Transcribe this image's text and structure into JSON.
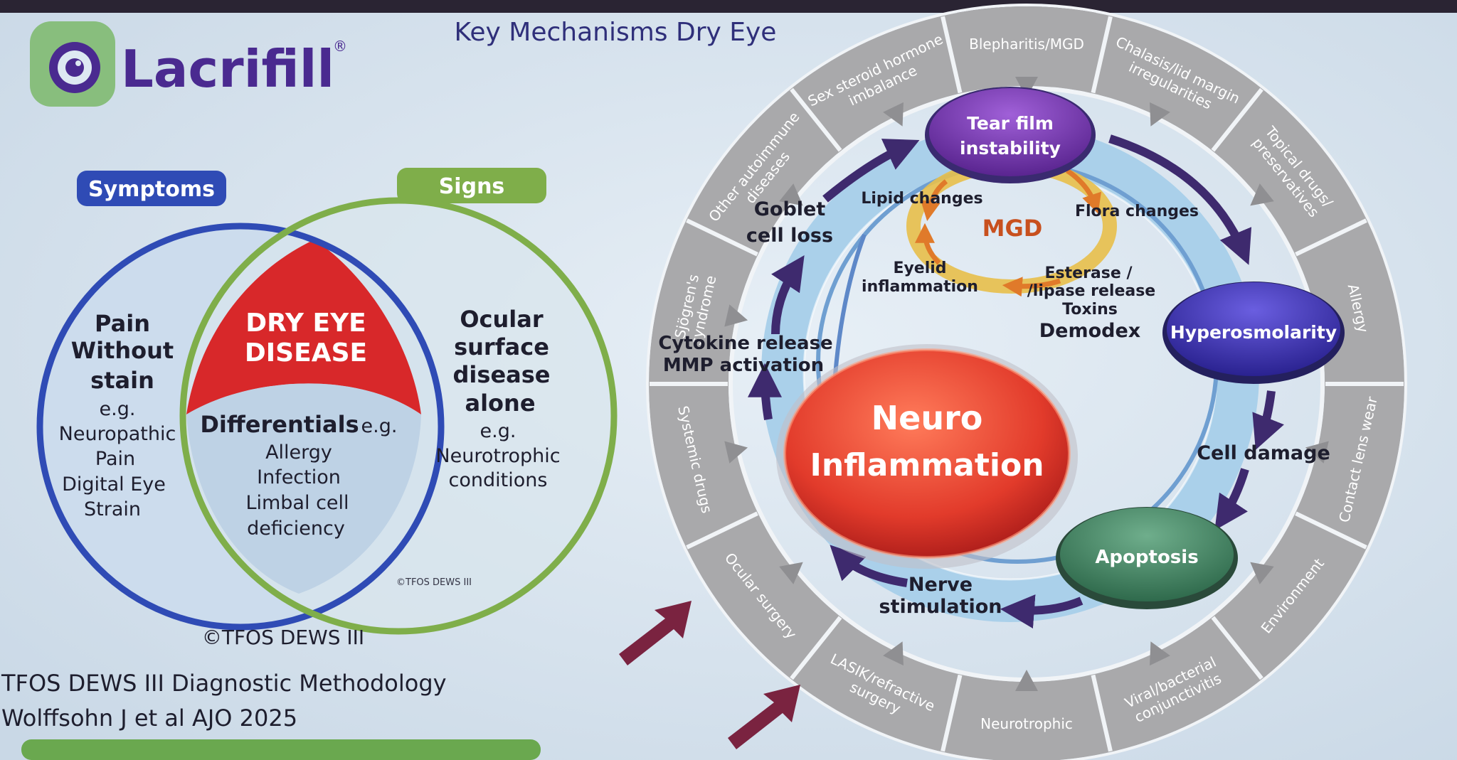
{
  "logo": {
    "brand": "Lacrifill",
    "mark": "®"
  },
  "title": "Key Mechanisms Dry Eye",
  "venn": {
    "symptoms_tag": "Symptoms",
    "signs_tag": "Signs",
    "left": {
      "heading": [
        "Pain",
        "Without",
        "stain"
      ],
      "example_lines": [
        "e.g.",
        "Neuropathic",
        "Pain",
        "Digital Eye",
        "Strain"
      ]
    },
    "center": {
      "heading": [
        "DRY EYE",
        "DISEASE"
      ],
      "differentials": "Differentials",
      "eg": "e.g.",
      "lines": [
        "Allergy",
        "Infection",
        "Limbal cell",
        "deficiency"
      ]
    },
    "right": {
      "heading": [
        "Ocular",
        "surface",
        "disease",
        "alone"
      ],
      "example_lines": [
        "e.g.",
        "Neurotrophic",
        "conditions"
      ]
    },
    "small_copyright": "©TFOS DEWS III"
  },
  "copyright": "©TFOS DEWS III",
  "citation": [
    "TFOS DEWS III Diagnostic Methodology",
    "Wolffsohn J et al AJO 2025"
  ],
  "cycle": {
    "center": [
      "Neuro",
      "Inflammation"
    ],
    "nodes": {
      "tear_film": [
        "Tear film",
        "instability"
      ],
      "hyperosmolarity": "Hyperosmolarity",
      "apoptosis": "Apoptosis"
    },
    "steps": {
      "goblet": [
        "Goblet",
        "cell loss"
      ],
      "cell_damage": "Cell damage",
      "nerve": [
        "Nerve",
        "stimulation"
      ],
      "cytokine": [
        "Cytokine release",
        "MMP activation"
      ]
    },
    "mgd": {
      "label": "MGD",
      "lipid": "Lipid changes",
      "flora": "Flora changes",
      "eyelid": [
        "Eyelid",
        "inflammation"
      ],
      "esterase": [
        "Esterase /",
        "/lipase  release",
        "Toxins"
      ],
      "demodex": "Demodex"
    }
  },
  "outer_ring": [
    [
      "Blepharitis/MGD"
    ],
    [
      "Chalasis/lid margin",
      "irregularities"
    ],
    [
      "Topical drugs/",
      "preservatives"
    ],
    [
      "Allergy"
    ],
    [
      "Contact lens wear"
    ],
    [
      "Environment"
    ],
    [
      "Viral/bacterial",
      "conjunctivitis"
    ],
    [
      "Neurotrophic"
    ],
    [
      "LASIK/refractive",
      "surgery"
    ],
    [
      "Ocular surgery"
    ],
    [
      "Systemic drugs"
    ],
    [
      "Sjögren's",
      "syndrome"
    ],
    [
      "Other autoimmune",
      "diseases"
    ],
    [
      "Sex steroid hormone",
      "imbalance"
    ]
  ],
  "colors": {
    "slide": "#dde8f2",
    "dark_purple": "#3e2a86",
    "dry_eye_red": "#d8282a",
    "venn_blue": "#2f4bb5",
    "venn_green": "#7fae4a",
    "ring_gray": "#a9a9ab",
    "accent_arrow": "#7a2340",
    "tear_film": "#6a2da0",
    "hyperosmolarity": "#3a2fa0",
    "apoptosis": "#3b7a5a",
    "neuro": "#d63a2a",
    "mgd_ring": "#e8bf4a"
  }
}
